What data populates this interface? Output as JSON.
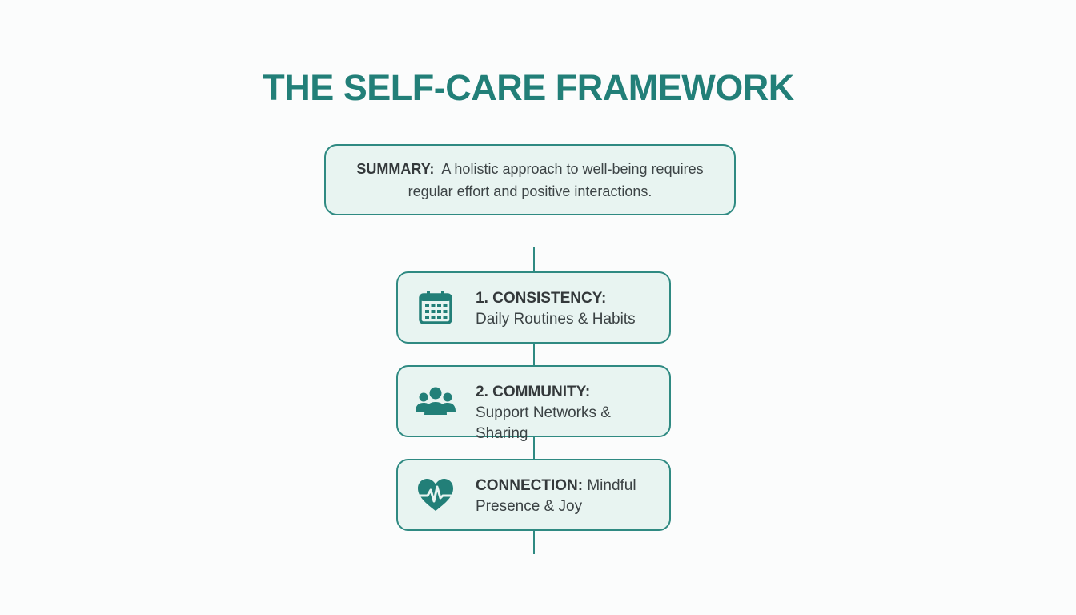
{
  "title": "THE SELF-CARE FRAMEWORK",
  "summary": {
    "label": "SUMMARY:",
    "text": "A holistic approach to well-being requires regular effort and positive interactions."
  },
  "steps": [
    {
      "title": "1. CONSISTENCY:",
      "description": "Daily Routines & Habits",
      "icon": "calendar-icon"
    },
    {
      "title": "2. COMMUNITY:",
      "description": "Support Networks & Sharing",
      "icon": "people-group-icon"
    },
    {
      "title": "CONNECTION:",
      "description": "Mindful Presence & Joy",
      "icon": "heart-pulse-icon"
    }
  ],
  "colors": {
    "accent": "#227f78",
    "border": "#2f8a82",
    "box_fill": "#e8f4f1",
    "text": "#3b4244",
    "background": "#fbfcfc"
  }
}
